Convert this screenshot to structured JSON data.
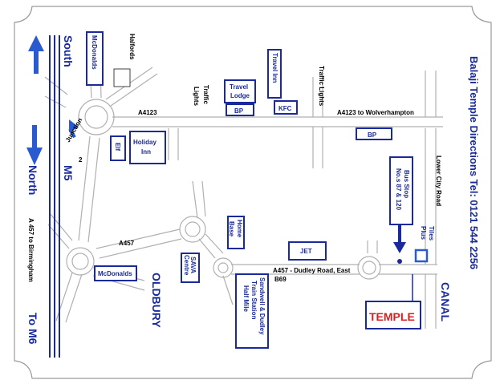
{
  "title": "Balaji Temple Directions Tel: 0121 544 2256",
  "motorway": {
    "name": "M5",
    "north": "North",
    "south": "South",
    "to_m6": "To M6",
    "sub": "A 457 to Birmingham"
  },
  "roads": {
    "a4123": "A4123",
    "a4123_wolv": "A4123 to Wolverhampton",
    "a457": "A457",
    "a457_dudley_1": "A457 - Dudley Road, East",
    "a457_dudley_2": "B69",
    "lower_city_road": "Lower City Road",
    "junction": "Junction",
    "junction_num": "2",
    "traffic_lights_1": "Traffic",
    "traffic_lights_2": "Lights",
    "traffic_lights_3": "Traffic Lights"
  },
  "places": {
    "halfords": "Halfords",
    "mcdonalds_top": "McDonalds",
    "travel_inn": "Travel Inn",
    "travel_lodge_1": "Travel",
    "travel_lodge_2": "Lodge",
    "bp_top": "BP",
    "kfc": "KFC",
    "bp_right": "BP",
    "elf": "Elf",
    "holiday_inn_1": "Holiday",
    "holiday_inn_2": "Inn",
    "home_base_1": "Home",
    "home_base_2": "Base",
    "jet": "JET",
    "mcdonalds_bottom": "McDonalds",
    "sava_1": "SAVA",
    "sava_2": "Centre",
    "oldbury": "OLDBURY",
    "station_1": "Sandwell & Dudley",
    "station_2": "Train Station",
    "station_3": "Half Mile",
    "bus_stop_1": "Bus Stop",
    "bus_stop_2": "No.s 87 & 120",
    "tiles_1": "Tiles",
    "tiles_2": "Plus",
    "canal": "CANAL",
    "temple": "TEMPLE"
  },
  "colors": {
    "blue": "#1a2a9a",
    "arrow": "#2a5ad0",
    "road": "#b0b0b0",
    "temple_text": "#d42020"
  }
}
